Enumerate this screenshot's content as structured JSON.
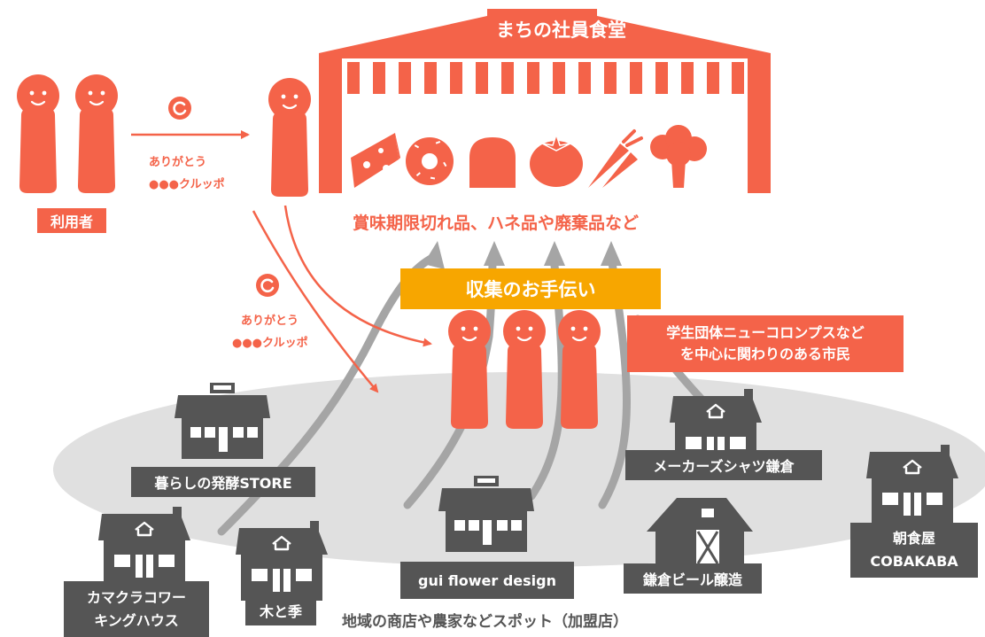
{
  "colors": {
    "accent": "#f46349",
    "collect": "#f7a600",
    "shop": "#555555",
    "area": "#e0e0e0",
    "arrow_gray": "#a5a5a5"
  },
  "restaurant": {
    "title": "まちの社員食堂",
    "subtitle": "賞味期限切れ品、ハネ品や廃棄品など"
  },
  "users": {
    "label": "利用者"
  },
  "thanks": {
    "line1": "ありがとう",
    "line2": "●●●クルッポ"
  },
  "collection": {
    "label": "収集のお手伝い"
  },
  "helpers": {
    "line1": "学生団体ニューコロンプスなど",
    "line2": "を中心に関わりのある市民"
  },
  "area": {
    "caption": "地域の商店や農家などスポット（加盟店）"
  },
  "shops": {
    "kurashi": "暮らしの発酵STORE",
    "maker": "メーカーズシャツ鎌倉",
    "kamakura_line1": "カマクラコワー",
    "kamakura_line2": "キングハウス",
    "kitoki": "木と季",
    "gui": "gui flower design",
    "beer": "鎌倉ビール醸造",
    "choshoku_line1": "朝食屋",
    "choshoku_line2": "COBAKABA"
  },
  "icons": [
    "person-icon",
    "coin-icon",
    "cheese-icon",
    "donut-icon",
    "bread-icon",
    "tomato-icon",
    "carrot-icon",
    "broccoli-icon",
    "shop-icon",
    "barn-icon",
    "arrow-icon"
  ]
}
